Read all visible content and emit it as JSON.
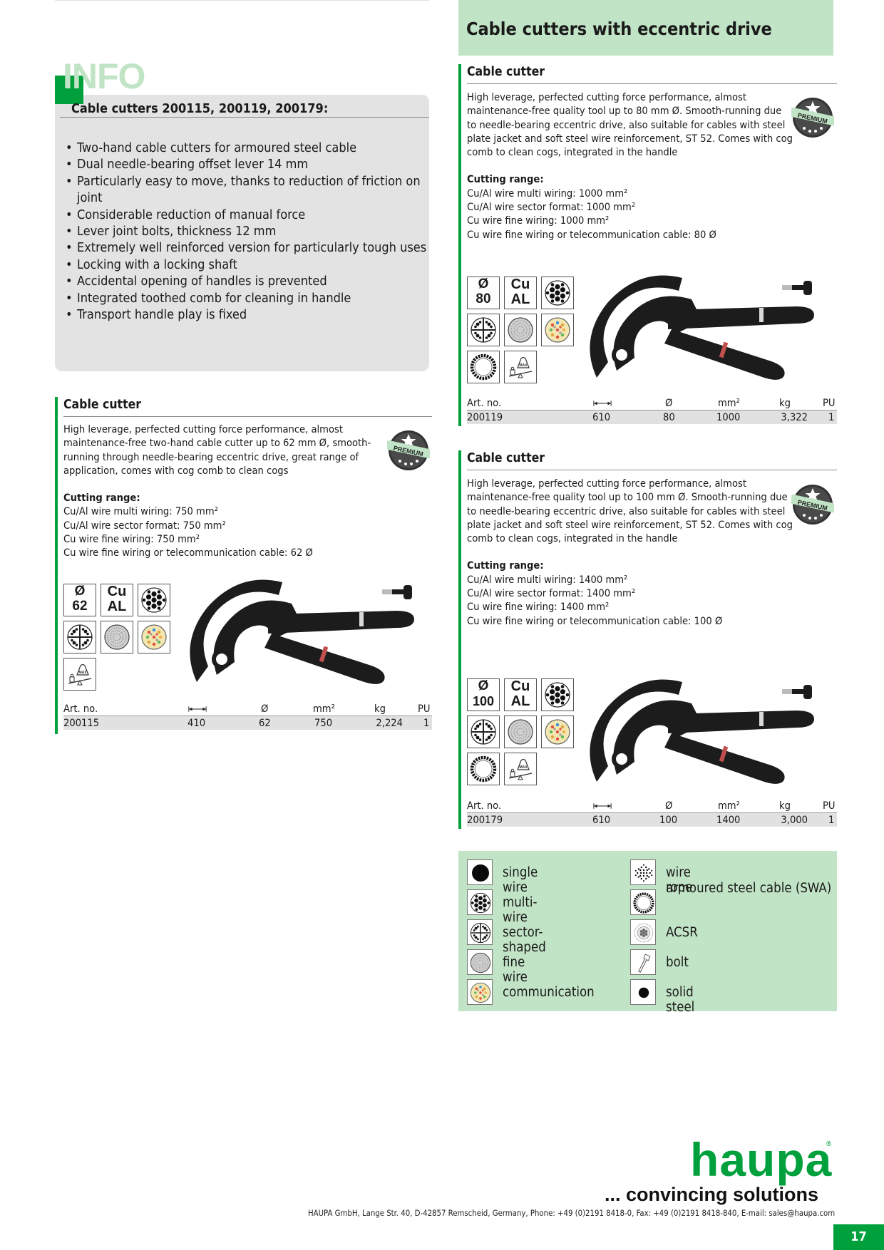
{
  "info": {
    "heading": "INFO",
    "subtitle": "Cable cutters 200115, 200119, 200179:",
    "bullets": [
      "Two-hand cable cutters for armoured steel cable",
      "Dual needle-bearing offset lever 14 mm",
      "Particularly easy to move, thanks to reduction of friction on joint",
      "Considerable reduction of manual force",
      "Lever joint bolts, thickness 12 mm",
      "Extremely well reinforced version for particularly tough uses",
      "Locking with a locking shaft",
      "Accidental opening of handles is prevented",
      "Integrated toothed comb for cleaning in handle",
      "Transport handle play is fixed"
    ]
  },
  "section_title": "Cable cutters with eccentric drive",
  "spec_headers": {
    "art": "Art. no.",
    "length_icon": "length-icon",
    "dia": "Ø",
    "mm2": "mm²",
    "kg": "kg",
    "pu": "PU"
  },
  "badge_text": "PREMIUM",
  "icon_labels": {
    "cu": "Cu",
    "al": "AL",
    "dia": "Ø",
    "max": "MAX"
  },
  "products": [
    {
      "title": "Cable cutter",
      "desc": [
        "High leverage, perfected cutting force performance, almost",
        "maintenance-free two-hand cable cutter up to 62 mm Ø, smooth-",
        "running through needle-bearing eccentric drive, great range of",
        "application, comes with cog comb to clean cogs"
      ],
      "range_title": "Cutting range:",
      "range": [
        "Cu/Al wire multi wiring: 750 mm²",
        "Cu/Al wire sector format: 750 mm²",
        "Cu wire fine wiring: 750 mm²",
        "Cu wire fine wiring or telecommunication cable: 62 Ø"
      ],
      "diameter_badge": "62",
      "row": {
        "art": "200115",
        "length": "410",
        "dia": "62",
        "mm2": "750",
        "kg": "2,224",
        "pu": "1"
      }
    },
    {
      "title": "Cable cutter",
      "desc": [
        "High leverage, perfected cutting force performance, almost",
        "maintenance-free quality tool up to 80 mm Ø. Smooth-running due",
        "to needle-bearing eccentric drive, also suitable for cables with steel",
        "plate jacket and soft steel wire reinforcement, ST 52. Comes with cog",
        "comb to clean cogs, integrated in the handle"
      ],
      "range_title": "Cutting range:",
      "range": [
        "Cu/Al wire multi wiring: 1000 mm²",
        "Cu/Al wire sector format: 1000 mm²",
        "Cu wire fine wiring: 1000 mm²",
        "Cu wire fine wiring or telecommunication cable: 80 Ø"
      ],
      "diameter_badge": "80",
      "row": {
        "art": "200119",
        "length": "610",
        "dia": "80",
        "mm2": "1000",
        "kg": "3,322",
        "pu": "1"
      }
    },
    {
      "title": "Cable cutter",
      "desc": [
        "High leverage, perfected cutting force performance, almost",
        "maintenance-free quality tool up to 100 mm Ø. Smooth-running due",
        "to needle-bearing eccentric drive, also suitable for cables with steel",
        "plate jacket and soft steel wire reinforcement, ST 52. Comes with cog",
        "comb to clean cogs, integrated in the handle"
      ],
      "range_title": "Cutting range:",
      "range": [
        "Cu/Al wire multi wiring: 1400 mm²",
        "Cu/Al wire sector format: 1400 mm²",
        "Cu wire fine wiring: 1400 mm²",
        "Cu wire fine wiring or telecommunication cable: 100 Ø"
      ],
      "diameter_badge": "100",
      "row": {
        "art": "200179",
        "length": "610",
        "dia": "100",
        "mm2": "1400",
        "kg": "3,000",
        "pu": "1"
      }
    }
  ],
  "legend": [
    {
      "label": "single wire",
      "icon": "single-wire-icon"
    },
    {
      "label": "wire rope",
      "icon": "wire-rope-icon"
    },
    {
      "label": "multi-wire",
      "icon": "multi-wire-icon"
    },
    {
      "label": "armoured steel cable (SWA)",
      "icon": "armoured-cable-icon"
    },
    {
      "label": "sector-shaped",
      "icon": "sector-shaped-icon"
    },
    {
      "label": "ACSR",
      "icon": "acsr-icon"
    },
    {
      "label": "fine wire",
      "icon": "fine-wire-icon"
    },
    {
      "label": "bolt",
      "icon": "bolt-icon"
    },
    {
      "label": "communication",
      "icon": "communication-icon"
    },
    {
      "label": "solid steel",
      "icon": "solid-steel-icon"
    }
  ],
  "footer": {
    "logo": "haupa",
    "registered": "®",
    "slogan": "... convincing solutions",
    "address": "HAUPA GmbH, Lange Str. 40, D-42857 Remscheid, Germany, Phone: +49 (0)2191 8418-0, Fax: +49 (0)2191 8418-840, E-mail: sales@haupa.com",
    "page": "17"
  }
}
